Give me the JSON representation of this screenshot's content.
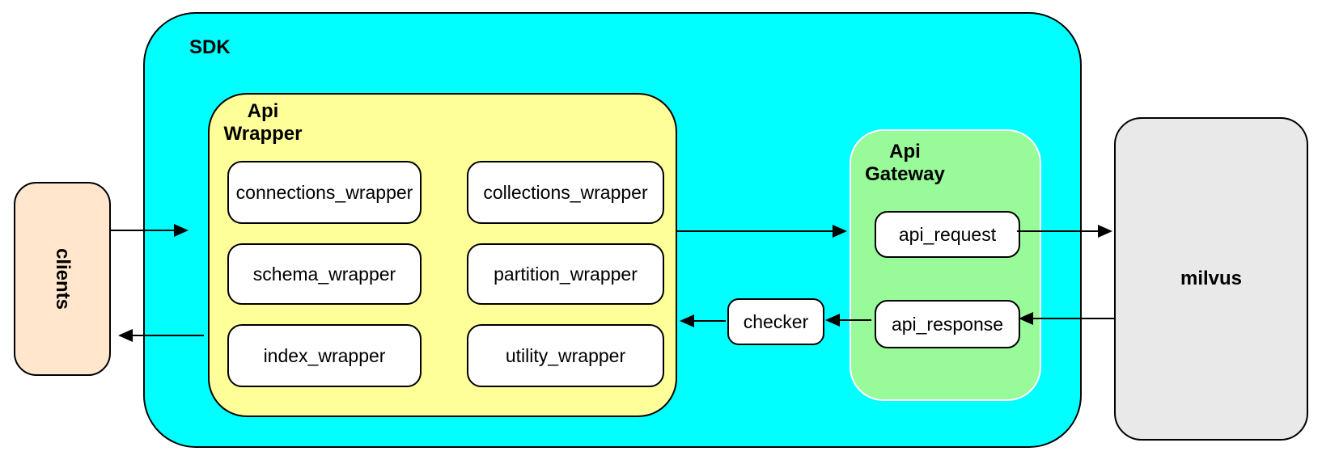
{
  "diagram": {
    "background": "#FFFFFF",
    "clients": {
      "label": "clients",
      "fill": "#FFE6CC"
    },
    "sdk": {
      "label": "SDK",
      "fill": "#00FFFF",
      "api_wrapper": {
        "label": "Api\nWrapper",
        "fill": "#FFFF99",
        "boxes": [
          "connections_wrapper",
          "collections_wrapper",
          "schema_wrapper",
          "partition_wrapper",
          "index_wrapper",
          "utility_wrapper"
        ]
      },
      "checker": {
        "label": "checker",
        "fill": "#FFFFFF"
      },
      "api_gateway": {
        "label": "Api\nGateway",
        "fill": "#99FA99",
        "request": {
          "label": "api_request",
          "fill": "#FFFFFF"
        },
        "response": {
          "label": "api_response",
          "fill": "#FFFFFF"
        }
      }
    },
    "milvus": {
      "label": "milvus",
      "fill": "#E9E9E9"
    },
    "edges": [
      {
        "from": "clients",
        "to": "SDK"
      },
      {
        "from": "SDK",
        "to": "clients"
      },
      {
        "from": "Api Wrapper",
        "to": "Api Gateway"
      },
      {
        "from": "api_request",
        "to": "milvus"
      },
      {
        "from": "milvus",
        "to": "api_response"
      },
      {
        "from": "api_response",
        "to": "checker"
      },
      {
        "from": "checker",
        "to": "Api Wrapper"
      }
    ]
  }
}
